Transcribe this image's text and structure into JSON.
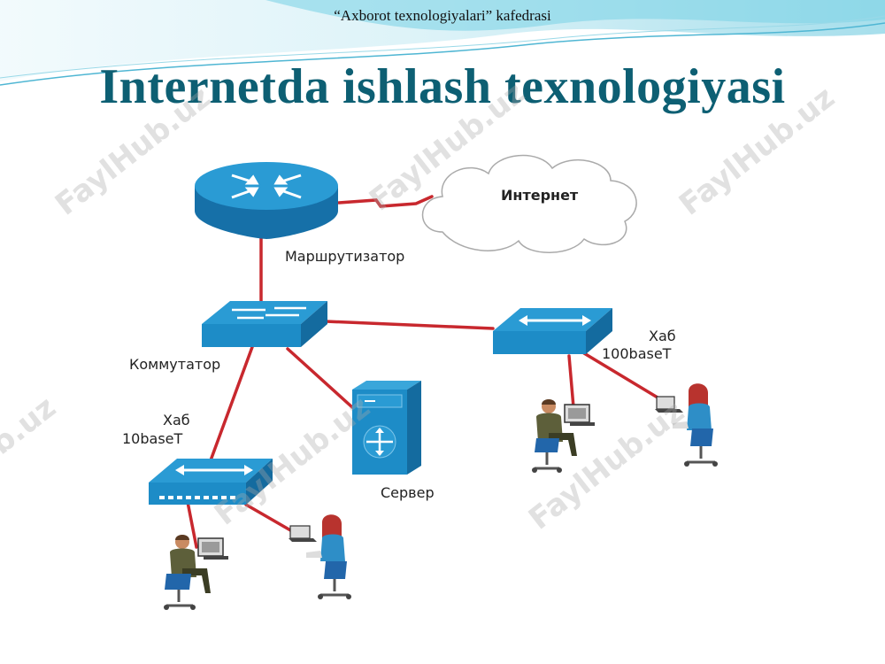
{
  "header": {
    "department": "“Axborot texnologiyalari”  kafedrasi"
  },
  "slide": {
    "title": "Internetda ishlash texnologiyasi"
  },
  "watermark": {
    "text": "FaylHub.uz"
  },
  "diagram": {
    "nodes": {
      "internet": "Интернет",
      "router": "Маршрутизатор",
      "switch": "Коммутатор",
      "hub_left_name": "Хаб",
      "hub_left_speed": "10baseT",
      "hub_right_name": "Хаб",
      "hub_right_speed": "100baseT",
      "server": "Сервер"
    },
    "colors": {
      "title": "#0d5f73",
      "device_blue": "#1d8cc7",
      "link_red": "#c8282e",
      "wave_cyan": "#5ec4dc"
    }
  }
}
